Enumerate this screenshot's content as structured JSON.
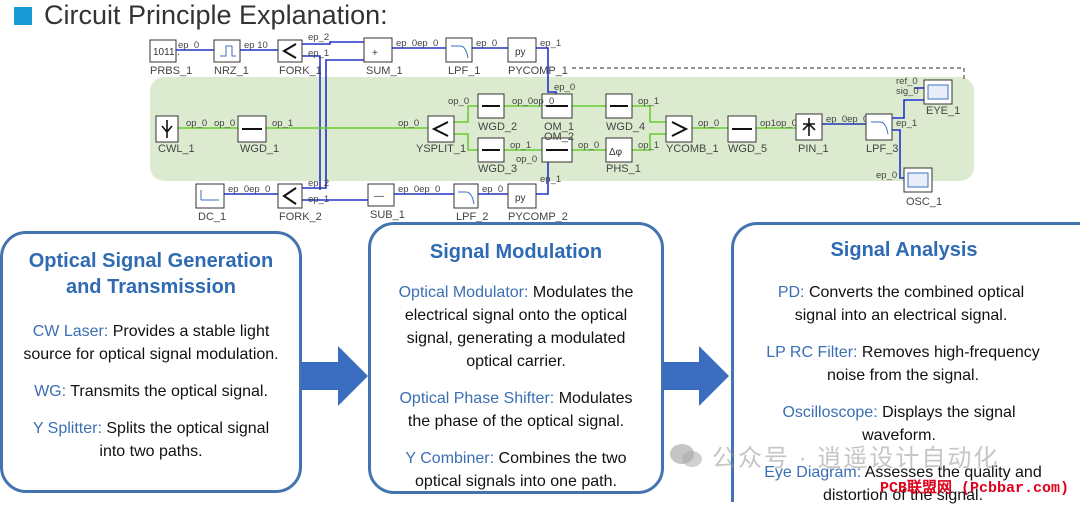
{
  "title": "Circuit Principle Explanation:",
  "colors": {
    "accent": "#1a9ad6",
    "panel_border": "#4474b0",
    "heading": "#2f6bb3",
    "keyword": "#3b6fb3",
    "optical_band": "#dcebcf",
    "electrical_wire": "#2233cc",
    "optical_wire": "#66cc33",
    "site_mark": "#e0001b"
  },
  "circuit": {
    "components": {
      "prbs": "PRBS_1",
      "nrz": "NRZ_1",
      "fork1": "FORK_1",
      "sum": "SUM_1",
      "lpf1": "LPF_1",
      "pycomp1": "PYCOMP_1",
      "eye": "EYE_1",
      "cwl": "CWL_1",
      "wgd1": "WGD_1",
      "ysplit": "YSPLIT_1",
      "wgd2": "WGD_2",
      "wgd3": "WGD_3",
      "om1": "OM_1",
      "om2": "OM_2",
      "wgd4": "WGD_4",
      "phs": "PHS_1",
      "ycomb": "YCOMB_1",
      "wgd5": "WGD_5",
      "pin": "PIN_1",
      "lpf3": "LPF_3",
      "osc": "OSC_1",
      "dc": "DC_1",
      "fork2": "FORK_2",
      "sub": "SUB_1",
      "lpf2": "LPF_2",
      "pycomp2": "PYCOMP_2"
    },
    "ports": {
      "ep0": "ep_0",
      "ep1": "ep_1",
      "ep2": "ep_2",
      "op0": "op_0",
      "op1": "op_1",
      "ref0": "ref_0",
      "sig0": "sig_0",
      "ep10": "ep 10",
      "ep0ep0": "ep_0ep_0",
      "op0op0": "op_0op_0",
      "op1op0": "op1op_0"
    },
    "glyphs": {
      "prbs": "1011..",
      "py": "py",
      "plus": "+",
      "minus": "—",
      "phase": "Δφ"
    }
  },
  "panels": [
    {
      "heading_line1": "Optical Signal Generation",
      "heading_line2": "and Transmission",
      "items": [
        {
          "term": "CW Laser:",
          "desc": "Provides a stable light source for optical signal modulation."
        },
        {
          "term": "WG:",
          "desc": "Transmits the optical signal."
        },
        {
          "term": "Y Splitter:",
          "desc": "Splits the optical signal into two paths."
        }
      ]
    },
    {
      "heading_line1": "Signal Modulation",
      "items": [
        {
          "term": "Optical Modulator:",
          "desc": "Modulates the electrical signal onto the optical signal, generating a modulated optical carrier."
        },
        {
          "term": "Optical Phase Shifter:",
          "desc": "Modulates the phase of the optical signal."
        },
        {
          "term": "Y Combiner:",
          "desc": "Combines the two optical signals into one path."
        }
      ]
    },
    {
      "heading_line1": "Signal Analysis",
      "items": [
        {
          "term": "PD:",
          "desc": "Converts the combined optical signal into an electrical signal."
        },
        {
          "term": "LP RC Filter:",
          "desc": "Removes high-frequency noise from the signal."
        },
        {
          "term": "Oscilloscope:",
          "desc": "Displays the signal waveform."
        },
        {
          "term": "Eye Diagram:",
          "desc": "Assesses the quality and distortion of the signal."
        }
      ]
    }
  ],
  "watermark": {
    "text": "公众号 · 逍遥设计自动化",
    "site": "PCB联盟网 (Pcbbar.com)"
  }
}
